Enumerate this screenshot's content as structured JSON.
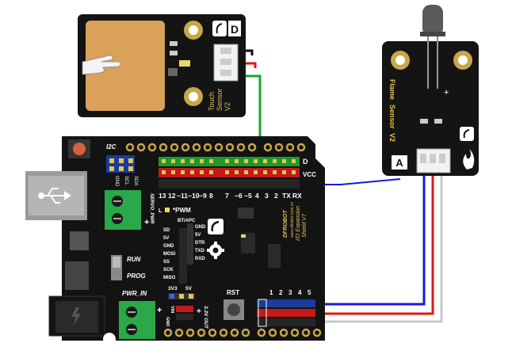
{
  "touch_module": {
    "label_line1": "Touch",
    "label_line2": "Sensor",
    "label_line3": "V2",
    "type_letter": "D",
    "logo_icon": "dfrobot-logo-icon",
    "finger_icon": "pointing-hand-icon",
    "colors": {
      "board": "#141414",
      "pad": "#d9a15a",
      "hole": "#c8a64a"
    }
  },
  "flame_module": {
    "label_line1": "Flame",
    "label_line2": "Sensor",
    "label_line3": "V2",
    "type_letter": "A",
    "plus_mark": "+",
    "logo_icon": "dfrobot-logo-icon",
    "flame_icon": "flame-icon",
    "colors": {
      "board": "#141414",
      "led": "#5a5a5a"
    }
  },
  "shield": {
    "i2c_label": "I2C",
    "i2c_pins": [
      "GND",
      "SCL",
      "SDA"
    ],
    "d_label": "D",
    "vcc_label": "VCC",
    "digital_pins": [
      "13",
      "12",
      "~11",
      "~10",
      "~9",
      "8",
      "7",
      "~6",
      "~5",
      "4",
      "3",
      "2",
      "TX",
      "RX"
    ],
    "pwm_label": "*PWM",
    "led_label": "L",
    "bt_label": "BT/APC",
    "bt_left_pins": [
      "SD",
      "5V",
      "GND",
      "MOSI",
      "SS",
      "SCK",
      "MISO"
    ],
    "bt_right_pins": [
      "GND",
      "5V",
      "DTR",
      "TXD",
      "RXD"
    ],
    "run_label": "RUN",
    "prog_label": "PROG",
    "pwr_in_label": "PWR_IN",
    "servo_pwr_label": "SERVO_PWR",
    "voltage_labels": [
      "3V3",
      "5V"
    ],
    "vin_gnd_labels": [
      "VIN",
      "GND"
    ],
    "out_label": "3.3V OUT",
    "rst_label": "RST",
    "analog_pins": [
      "1",
      "2",
      "3",
      "4",
      "5"
    ],
    "brand_line1": "DFROBOT",
    "brand_line2": "I/O Expansion",
    "brand_line3": "Shield V7",
    "brand_line4": "www.dfrobot.com.cn",
    "plus_mark": "+",
    "usb_icon": "usb-icon",
    "settings_icon": "gear-icon",
    "colors": {
      "board": "#131313",
      "header_red": "#c31a1a",
      "header_green": "#1e9a2c",
      "header_blue": "#1c3c9c",
      "terminal": "#2aa84a"
    }
  },
  "wires": {
    "signal": "#1aa52a",
    "vcc": "#e01818",
    "gnd": "#1818e0",
    "gnd_alt": "#c8c8c8"
  }
}
